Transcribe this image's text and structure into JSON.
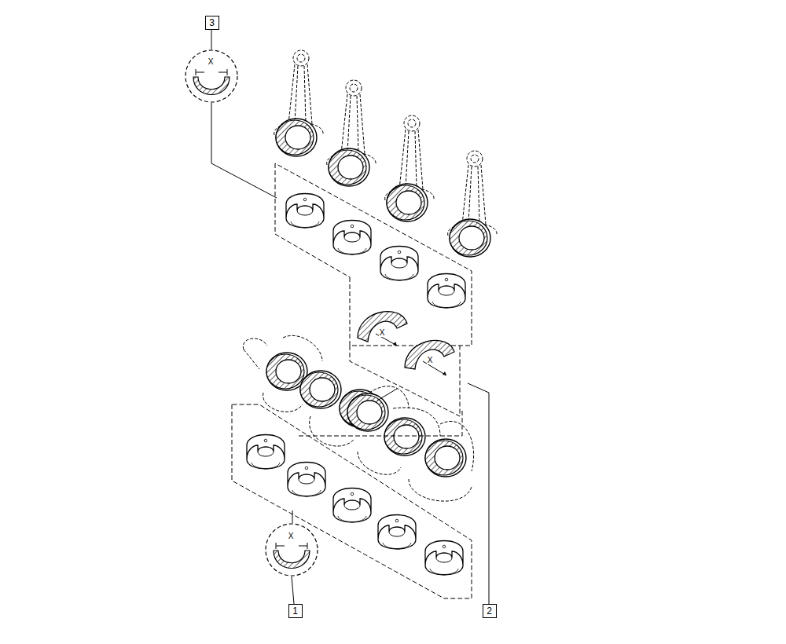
{
  "diagram": {
    "nodes": [
      {
        "text": [
          "3"
        ]
      },
      {
        "text": [
          "1"
        ]
      },
      {
        "text": [
          "2"
        ]
      }
    ],
    "labels": [
      "X",
      "X",
      "X",
      "X"
    ]
  }
}
